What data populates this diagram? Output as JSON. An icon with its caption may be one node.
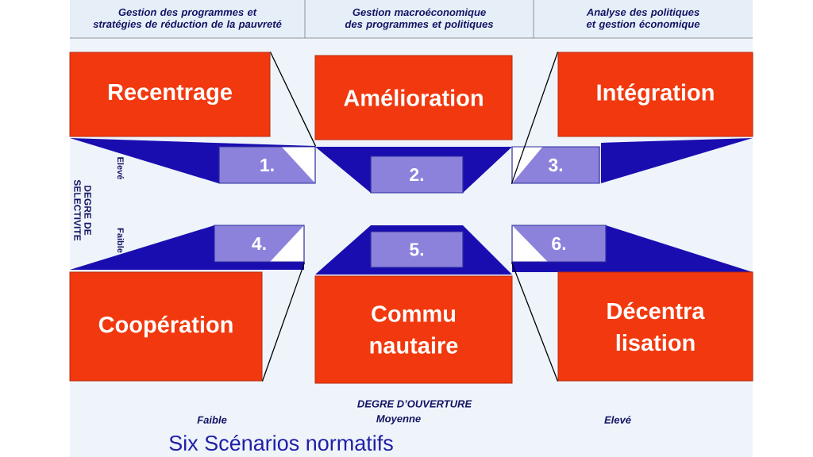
{
  "diagram": {
    "title": "Six Scénarios normatifs",
    "nodes": [
      {
        "text": [
          "Gestion des programmes et stratégies de réduction de la pauvreté"
        ]
      },
      {
        "text": [
          "Gestion macroéconomique des programmes et politiques"
        ]
      },
      {
        "text": [
          "Analyse des politiques et gestion économique"
        ]
      },
      {
        "text": [
          "Recentrage"
        ]
      },
      {
        "text": [
          "Amélioration"
        ]
      },
      {
        "text": [
          "Intégration"
        ]
      },
      {
        "text": [
          "1."
        ]
      },
      {
        "text": [
          "2."
        ]
      },
      {
        "text": [
          "3."
        ]
      },
      {
        "text": [
          "4."
        ]
      },
      {
        "text": [
          "5."
        ]
      },
      {
        "text": [
          "6."
        ]
      },
      {
        "text": [
          "Coopération"
        ]
      },
      {
        "text": [
          "Commu nautaire"
        ]
      },
      {
        "text": [
          "Décentra lisation"
        ]
      }
    ],
    "edges": [
      {
        "from": 3,
        "to": 6,
        "arrow": "none"
      },
      {
        "from": 5,
        "to": 8,
        "arrow": "none"
      },
      {
        "from": 12,
        "to": 9,
        "arrow": "none"
      },
      {
        "from": 14,
        "to": 11,
        "arrow": "none"
      }
    ],
    "labels": [
      "Elevé",
      "Faible",
      "DEGRE DE SELECTIVITE",
      "DEGRE D’OUVERTURE",
      "Faible",
      "Moyenne",
      "Elevé"
    ]
  }
}
